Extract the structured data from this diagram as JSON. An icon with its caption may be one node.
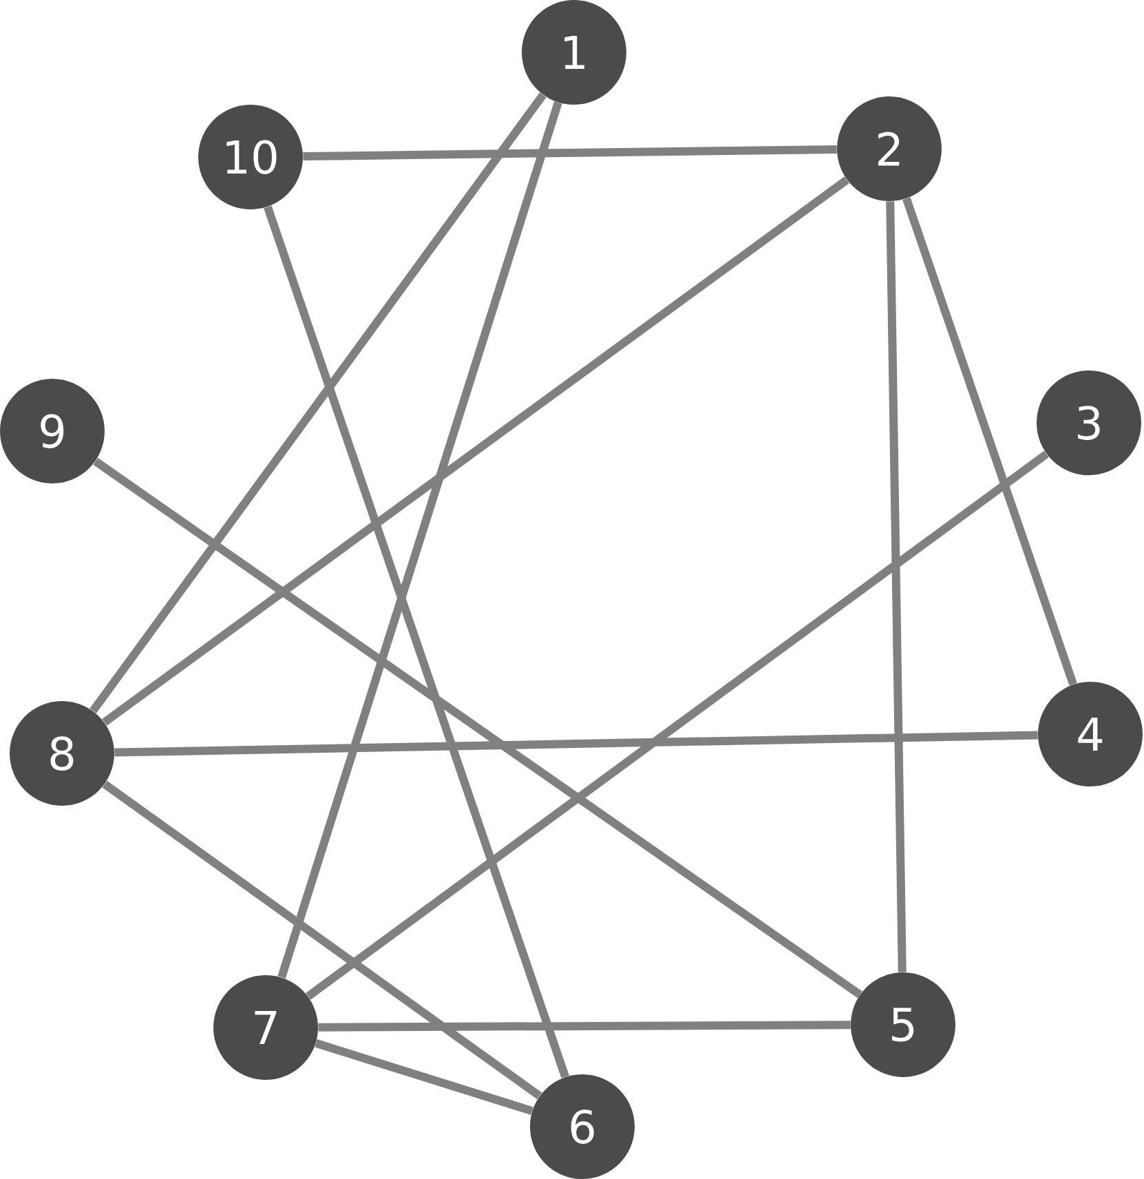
{
  "diagram": {
    "nodes": [
      {
        "text": [
          "1"
        ]
      },
      {
        "text": [
          "2"
        ]
      },
      {
        "text": [
          "3"
        ]
      },
      {
        "text": [
          "4"
        ]
      },
      {
        "text": [
          "5"
        ]
      },
      {
        "text": [
          "6"
        ]
      },
      {
        "text": [
          "7"
        ]
      },
      {
        "text": [
          "8"
        ]
      },
      {
        "text": [
          "9"
        ]
      },
      {
        "text": [
          "10"
        ]
      }
    ],
    "edges": [
      {
        "from": 9,
        "to": 1,
        "arrow": "none"
      },
      {
        "from": 9,
        "to": 5,
        "arrow": "none"
      },
      {
        "from": 0,
        "to": 7,
        "arrow": "none"
      },
      {
        "from": 0,
        "to": 6,
        "arrow": "none"
      },
      {
        "from": 1,
        "to": 7,
        "arrow": "none"
      },
      {
        "from": 1,
        "to": 4,
        "arrow": "none"
      },
      {
        "from": 1,
        "to": 3,
        "arrow": "none"
      },
      {
        "from": 2,
        "to": 6,
        "arrow": "none"
      },
      {
        "from": 8,
        "to": 4,
        "arrow": "none"
      },
      {
        "from": 7,
        "to": 3,
        "arrow": "none"
      },
      {
        "from": 7,
        "to": 5,
        "arrow": "none"
      },
      {
        "from": 6,
        "to": 4,
        "arrow": "none"
      },
      {
        "from": 6,
        "to": 5,
        "arrow": "none"
      }
    ]
  }
}
